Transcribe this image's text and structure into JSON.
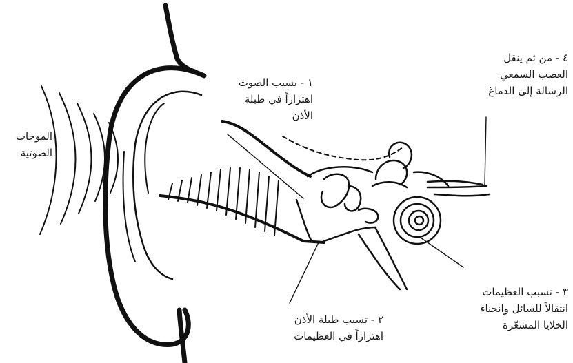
{
  "labels": {
    "sound_waves": "الموجات\nالصوتية",
    "step1": "١ - يسبب الصوت\nاهتزازاً في طبلة\nالأذن",
    "step2": "٢ - تسبب طبلة الأذن\nاهتزازاً في العظيمات",
    "step3": "٣ - تسبب العظيمات\nانتقالاً للسائل وانحناء\nالخلايا المشعّرة",
    "step4": "٤ - من ثم ينقل\nالعصب السمعي\nالرسالة إلى الدماغ"
  }
}
